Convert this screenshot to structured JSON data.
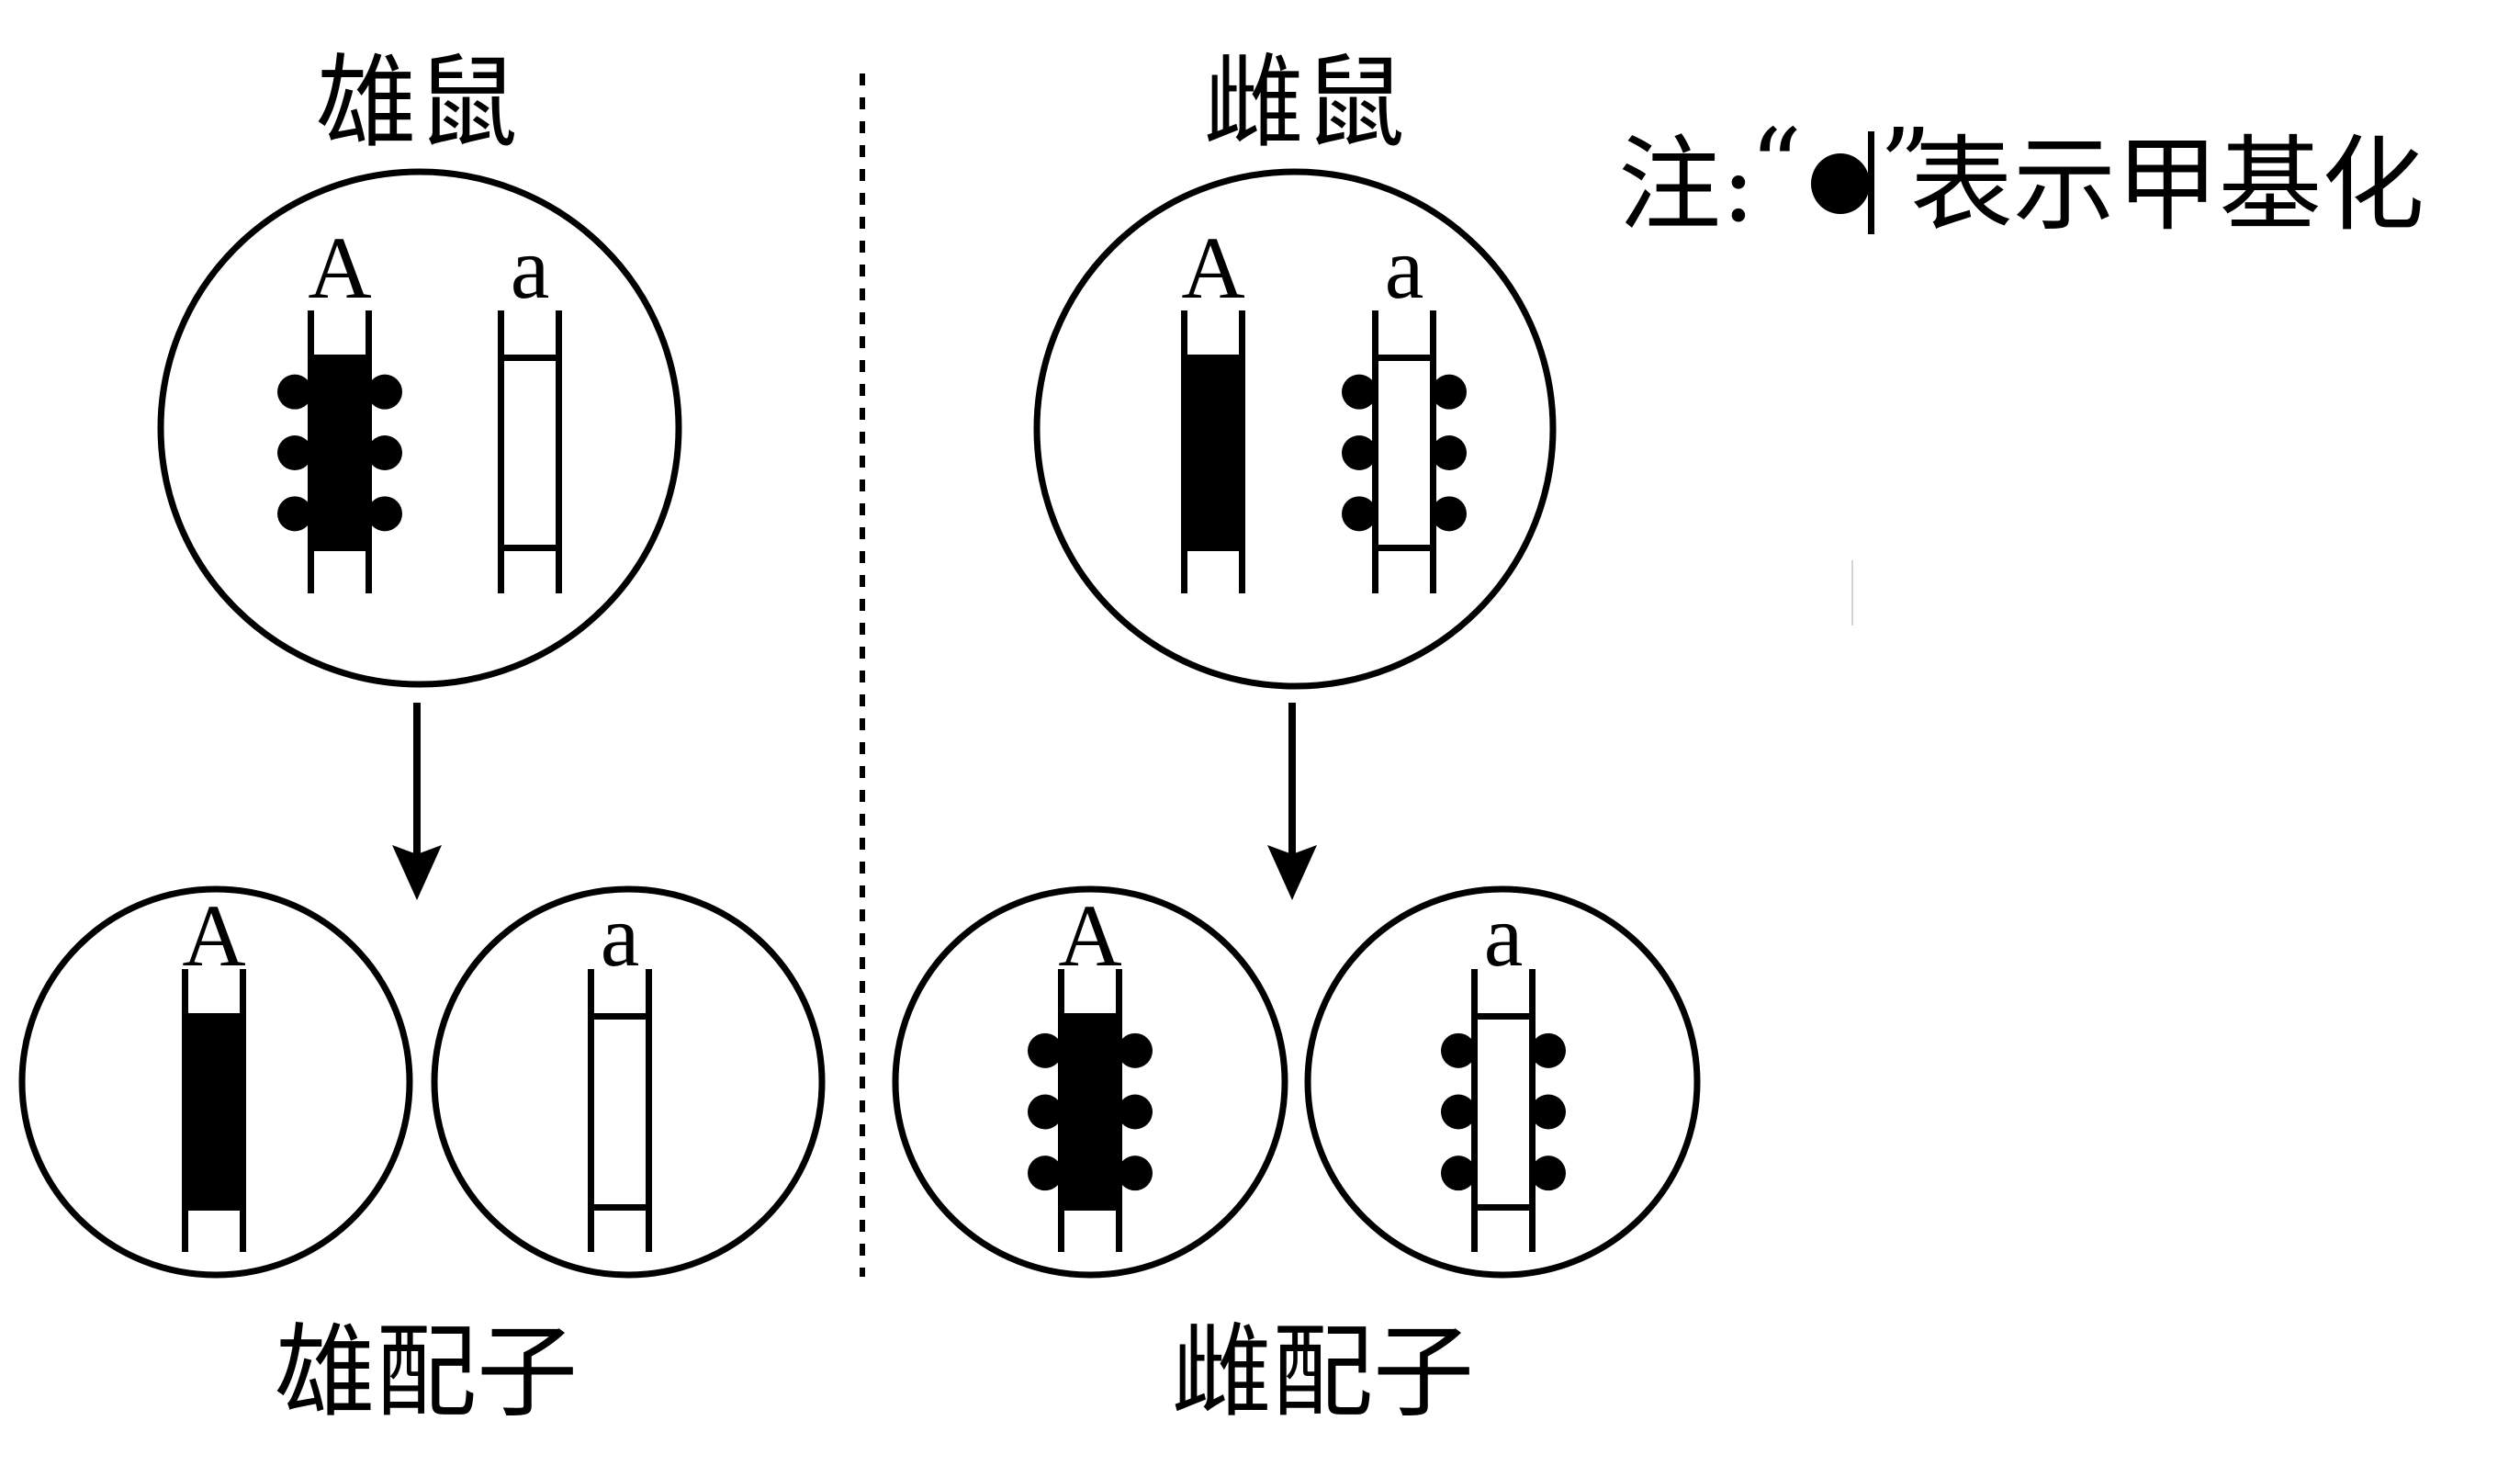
{
  "diagram": {
    "title": "DNA methylation of alleles A/a in mouse gamete formation (genomic imprinting)",
    "colors": {
      "ink": "#000000",
      "background": "#ffffff",
      "faint_mark": "#d4d4d4"
    }
  },
  "legend": {
    "prefix": "注:",
    "open_quote": "“",
    "close_quote": "”",
    "symbol": "methyl-dot-icon",
    "text": "表示甲基化"
  },
  "panels": [
    {
      "id": "male",
      "parent_label": "雄鼠",
      "gamete_label": "雄配子",
      "parent_cell": {
        "chromosomes": [
          {
            "gene": "A",
            "filled": true,
            "methylated": true
          },
          {
            "gene": "a",
            "filled": false,
            "methylated": false
          }
        ]
      },
      "gametes": [
        {
          "gene": "A",
          "filled": true,
          "methylated": false
        },
        {
          "gene": "a",
          "filled": false,
          "methylated": false
        }
      ]
    },
    {
      "id": "female",
      "parent_label": "雌鼠",
      "gamete_label": "雌配子",
      "parent_cell": {
        "chromosomes": [
          {
            "gene": "A",
            "filled": true,
            "methylated": false
          },
          {
            "gene": "a",
            "filled": false,
            "methylated": true
          }
        ]
      },
      "gametes": [
        {
          "gene": "A",
          "filled": true,
          "methylated": true
        },
        {
          "gene": "a",
          "filled": false,
          "methylated": true
        }
      ]
    }
  ],
  "divider": {
    "style": "dashed"
  },
  "methyl_groups_per_chromosome": 3
}
